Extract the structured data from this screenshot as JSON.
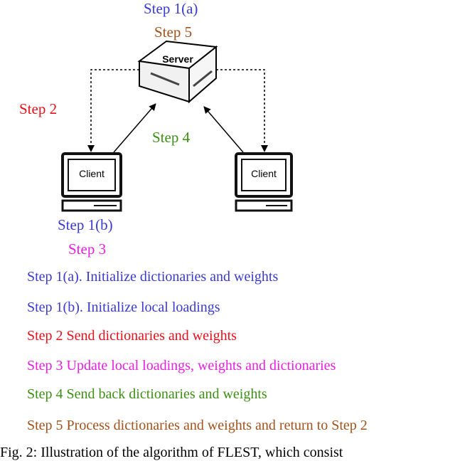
{
  "diagram": {
    "server_label": "Server",
    "client_label": "Client",
    "server_steps": [
      {
        "text": "Step 1(a)",
        "color": "#3a3ad0"
      },
      {
        "text": "Step 5",
        "color": "#a0521d"
      }
    ],
    "client_steps": [
      {
        "text": "Step 1(b)",
        "color": "#3a3ad0"
      },
      {
        "text": "Step 3",
        "color": "#e81fe0"
      }
    ],
    "step2_label": {
      "text": "Step 2",
      "color": "#e8101a"
    },
    "step4_label": {
      "text": "Step 4",
      "color": "#3c8f14"
    }
  },
  "legend": [
    {
      "text": "Step 1(a). Initialize dictionaries and weights",
      "color": "#3a3ad0"
    },
    {
      "text": "Step 1(b). Initialize local loadings",
      "color": "#3a3ad0"
    },
    {
      "text": "Step 2 Send dictionaries and weights",
      "color": "#e8101a"
    },
    {
      "text": "Step 3 Update local loadings, weights and dictionaries",
      "color": "#e81fe0"
    },
    {
      "text": "Step 4 Send back dictionaries and weights",
      "color": "#3c8f14"
    },
    {
      "text": "Step 5 Process dictionaries and weights and return to Step 2",
      "color": "#a0521d"
    }
  ],
  "caption": "Fig. 2: Illustration of the algorithm of FLEST, which consist"
}
